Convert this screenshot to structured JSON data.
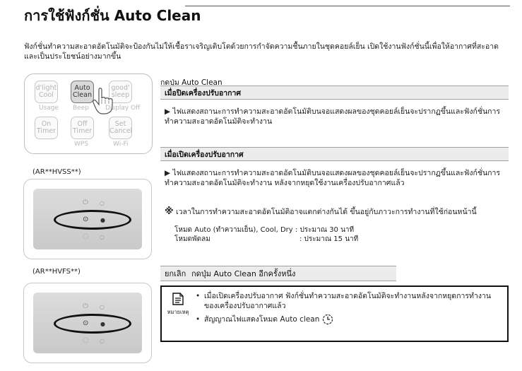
{
  "page": {
    "title": "การใช้ฟังก์ชั่น Auto Clean",
    "intro": "ฟังก์ชั่นทำความสะอาดอัตโนมัติจะป้องกันไม่ให้เชื้อราเจริญเติบโตด้วยการกำจัดความชื้นภายในชุดคอยล์เย็น เปิดใช้งานฟังก์ชั่นนี้เพื่อให้อากาศที่สะอาดและเป็นประโยชน์อย่างมากขึ้น"
  },
  "remote": {
    "buttons": [
      {
        "l1": "d'light",
        "l2": "Cool"
      },
      {
        "l1": "Auto",
        "l2": "Clean"
      },
      {
        "l1": "good'",
        "l2": "sleep"
      },
      {
        "l1": "On",
        "l2": "Timer"
      },
      {
        "l1": "Off",
        "l2": "Timer"
      },
      {
        "l1": "Set",
        "l2": "Cancel"
      }
    ],
    "sublabels": [
      "Usage",
      "Beep",
      "Display Off"
    ],
    "bottom_labels": [
      "WPS",
      "Wi-Fi"
    ]
  },
  "panels": [
    {
      "caption": "(AR**HVSS**)",
      "icons": [
        "⏻",
        "⊙",
        "◌"
      ]
    },
    {
      "caption": "(AR**HVFS**)",
      "icons": [
        "⏻",
        "⊙",
        "◌"
      ]
    }
  ],
  "content": {
    "press_label": "กดปุ่ม Auto Clean",
    "section_off_title": "เมื่อปิดเครื่องปรับอากาศ",
    "section_off_text": "ไฟแสดงสถานะการทำความสะอาดอัตโนมัติบนจอแสดงผลของชุดคอยล์เย็นจะปรากฏขึ้นและฟังก์ชั่นการทำความสะอาดอัตโนมัติจะทำงาน",
    "section_on_title": "เมื่อเปิดเครื่องปรับอากาศ",
    "section_on_text": "ไฟแสดงสถานะการทำความสะอาดอัตโนมัติบนจอแสดงผลของชุดคอยล์เย็นจะปรากฏขึ้นและฟังก์ชั่นการทำความสะอาดอัตโนมัติจะทำงาน หลังจากหยุดใช้งานเครื่องปรับอากาศแล้ว",
    "time_note": "เวลาในการทำความสะอาดอัตโนมัติอาจแตกต่างกันได้ ขึ้นอยู่กับภาวะการทำงานที่ใช้ก่อนหน้านี้",
    "mode_rows": [
      {
        "mode": "โหมด Auto (ทำความเย็น), Cool, Dry",
        "time": ": ประมาณ 30 นาที"
      },
      {
        "mode": "โหมดพัดลม",
        "time": ": ประมาณ 15 นาที"
      }
    ],
    "cancel_label": "ยกเลิก",
    "cancel_text": "กดปุ่ม Auto Clean อีกครั้งหนึ่ง"
  },
  "memo": {
    "icon_label": "หมายเหตุ",
    "bullet1": "เมื่อเปิดเครื่องปรับอากาศ ฟังก์ชั่นทำความสะอาดอัตโนมัติจะทำงานหลังจากหยุดการทำงานของเครื่องปรับอากาศแล้ว",
    "bullet2": "สัญญาณไฟแสดงโหมด Auto clean"
  }
}
